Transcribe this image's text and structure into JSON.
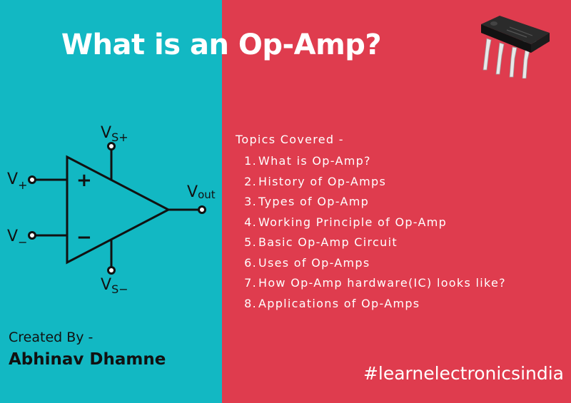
{
  "title": "What is an Op-Amp?",
  "diagram": {
    "vs_plus": {
      "main": "V",
      "sub": "S+"
    },
    "vs_minus": {
      "main": "V",
      "sub": "S−"
    },
    "v_plus": {
      "main": "V",
      "sub": "+"
    },
    "v_minus": {
      "main": "V",
      "sub": "−"
    },
    "v_out": {
      "main": "V",
      "sub": "out"
    },
    "plus_sign": "+",
    "minus_sign": "−"
  },
  "topics": {
    "heading": "Topics Covered -",
    "items": [
      {
        "num": "1.",
        "text": "What is Op-Amp?"
      },
      {
        "num": "2.",
        "text": "History of Op-Amps"
      },
      {
        "num": "3.",
        "text": "Types of Op-Amp"
      },
      {
        "num": "4.",
        "text": "Working Principle of Op-Amp"
      },
      {
        "num": "5.",
        "text": "Basic Op-Amp Circuit"
      },
      {
        "num": "6.",
        "text": "Uses of Op-Amps"
      },
      {
        "num": "7.",
        "text": "How Op-Amp hardware(IC) looks like?"
      },
      {
        "num": "8.",
        "text": "Applications of Op-Amps"
      }
    ]
  },
  "credits": {
    "label": "Created By -",
    "author": "Abhinav Dhamne"
  },
  "hashtag": "#learnelectronicsindia",
  "colors": {
    "left_bg": "#12b8c3",
    "right_bg": "#df3c4e",
    "text_dark": "#111111",
    "text_light": "#ffffff"
  },
  "icons": [
    "ic-chip-icon",
    "opamp-symbol-icon"
  ]
}
